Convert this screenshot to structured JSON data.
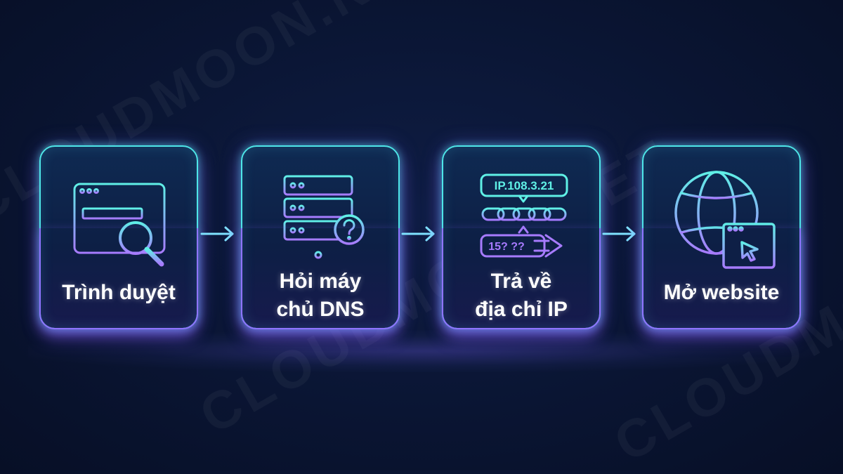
{
  "watermark": "CLOUDMOON.NET",
  "steps": [
    {
      "label": "Trình duyệt",
      "icon": "browser-search-icon"
    },
    {
      "label_line1": "Hỏi máy",
      "label_line2": "chủ DNS",
      "icon": "dns-server-question-icon"
    },
    {
      "label_line1": "Trả về",
      "label_line2": "địa chỉ IP",
      "icon": "ip-chain-icon",
      "ip_text": "IP.108.3.21",
      "unknown_text": "15? ??"
    },
    {
      "label": "Mở website",
      "icon": "globe-website-icon"
    }
  ],
  "colors": {
    "cyan": "#4ee6e8",
    "violet": "#8f74ff",
    "background": "#0a1533"
  }
}
